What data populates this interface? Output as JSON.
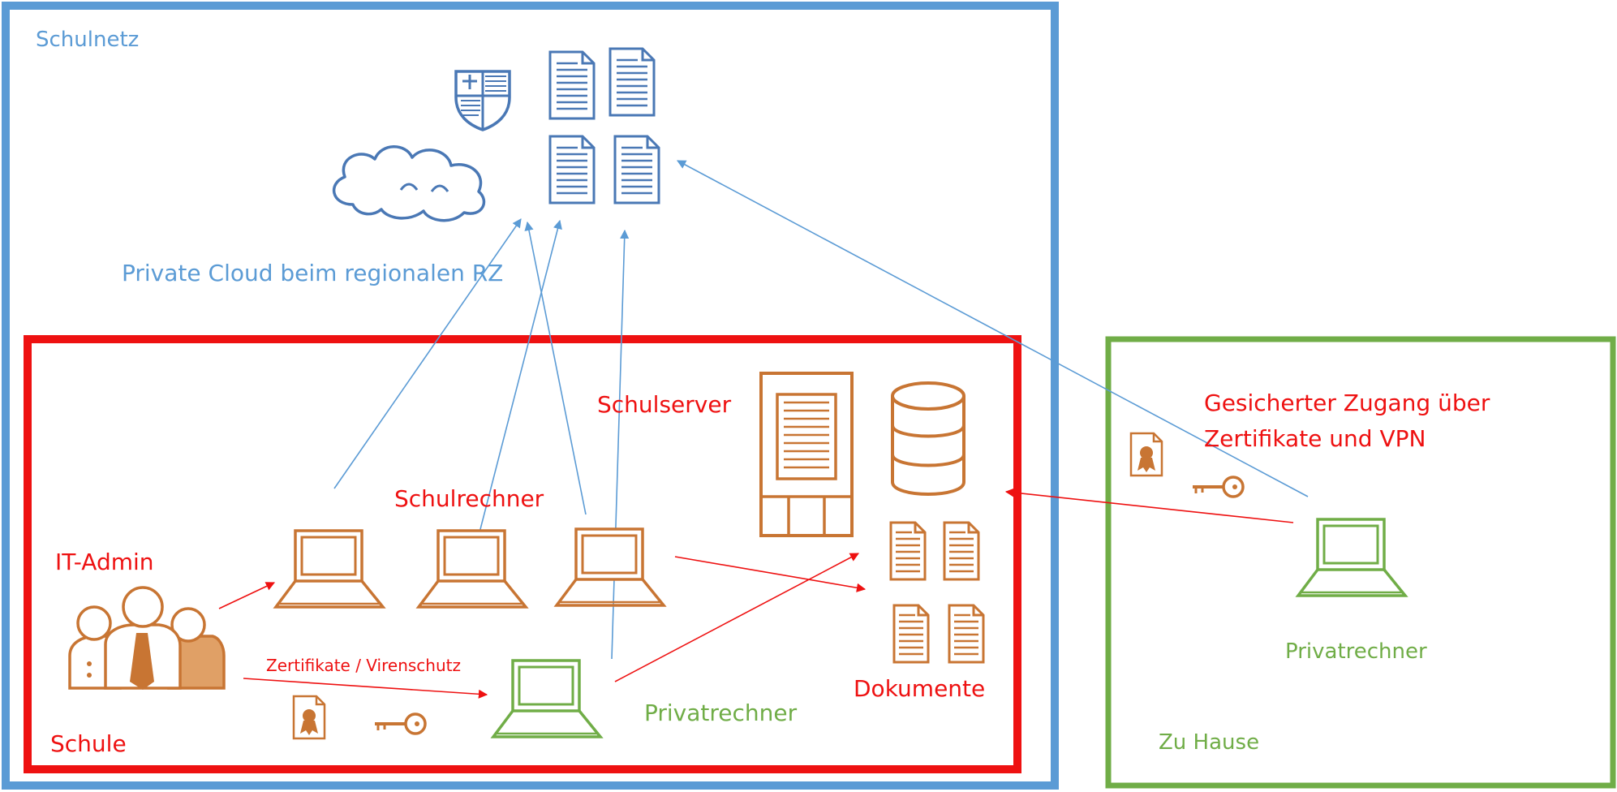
{
  "zones": {
    "schulnetz": "Schulnetz",
    "private_cloud": "Private Cloud beim regionalen RZ",
    "schule": "Schule",
    "zu_hause": "Zu Hause"
  },
  "nodes": {
    "it_admin": "IT-Admin",
    "schulrechner": "Schulrechner",
    "schulserver": "Schulserver",
    "dokumente": "Dokumente",
    "privatrechner_schule": "Privatrechner",
    "privatrechner_home": "Privatrechner"
  },
  "edges": {
    "zertifikate_virenschutz": "Zertifikate / Virenschutz",
    "gesicherter_zugang_line1": "Gesicherter Zugang über",
    "gesicherter_zugang_line2": "Zertifikate und VPN"
  },
  "colors": {
    "schulnetz": "#5b9bd5",
    "schule": "#ee1111",
    "zu_hause": "#70ad47",
    "devices": "#c87533",
    "cloud": "#4a78b5"
  },
  "icons": [
    "cloud-icon",
    "shield-icon",
    "document-icon",
    "laptop-icon",
    "server-icon",
    "database-icon",
    "people-icon",
    "certificate-icon",
    "key-icon"
  ]
}
